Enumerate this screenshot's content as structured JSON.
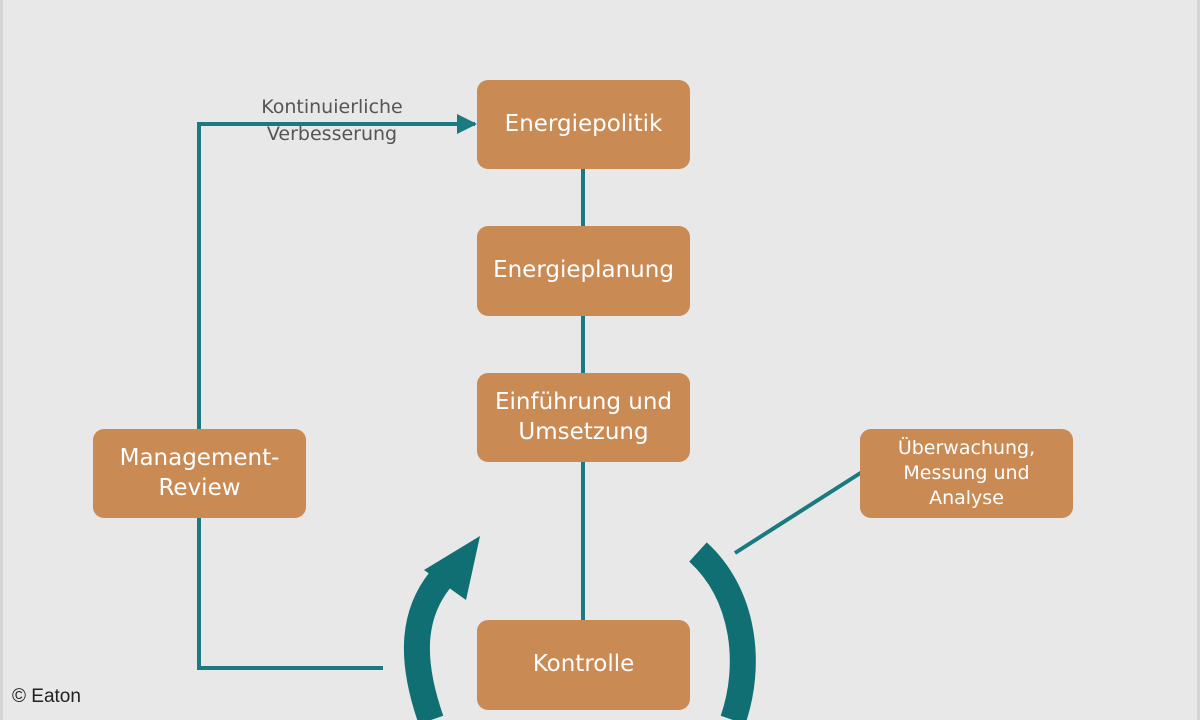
{
  "diagram": {
    "boxes": {
      "policy": "Energiepolitik",
      "planning": "Energieplanung",
      "implementation": "Einführung und\nUmsetzung",
      "control": "Kontrolle",
      "review": "Management-\nReview",
      "monitoring": "Überwachung,\nMessung und\nAnalyse"
    },
    "improvement_label": "Kontinuierliche\nVerbesserung"
  },
  "copyright": "© Eaton",
  "colors": {
    "background": "#e8e8e8",
    "box_fill": "#c98a54",
    "box_text": "#ffffff",
    "connector": "#1a7a80",
    "cycle_arrow": "#0f6f72"
  }
}
